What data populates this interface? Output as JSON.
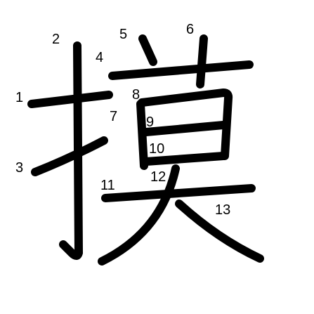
{
  "diagram": {
    "character": "摸",
    "stroke_count": 13,
    "stroke_color": "#000000",
    "background_color": "#ffffff",
    "stroke_numbers": [
      "1",
      "2",
      "3",
      "4",
      "5",
      "6",
      "7",
      "8",
      "9",
      "10",
      "11",
      "12",
      "13"
    ]
  }
}
